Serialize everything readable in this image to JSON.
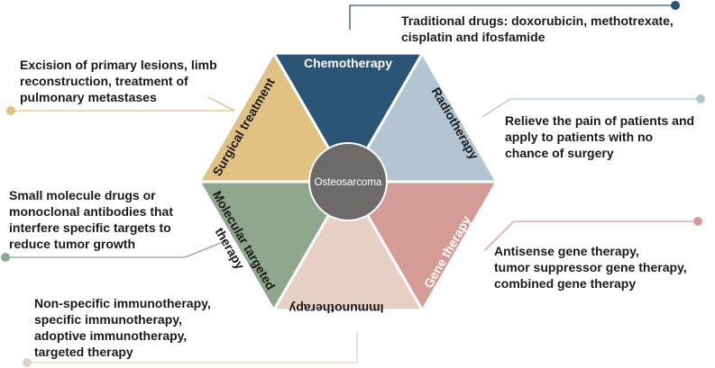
{
  "center": {
    "label": "Osteosarcoma",
    "color": "#6e6a6a"
  },
  "segments": [
    {
      "id": "chemotherapy",
      "label": "Chemotherapy",
      "color": "#2a5577",
      "text_color": "#ffffff",
      "description": [
        "Traditional drugs: doxorubicin, methotrexate,",
        "cisplatin and ifosfamide"
      ]
    },
    {
      "id": "radiotherapy",
      "label": "Radiotherapy",
      "color": "#b3c5d2",
      "text_color": "#1a1a1a",
      "description": [
        "Relieve the pain of patients and",
        "apply to patients with no",
        "chance of surgery"
      ]
    },
    {
      "id": "gene-therapy",
      "label": "Gene therapy",
      "color": "#d59b95",
      "text_color": "#ffffff",
      "description": [
        "Antisense gene therapy,",
        "tumor suppressor gene therapy,",
        "combined gene therapy"
      ]
    },
    {
      "id": "immunotherapy",
      "label": "Immunotherapy",
      "color": "#e7cfc3",
      "text_color": "#1a1a1a",
      "description": [
        "Non-specific immunotherapy,",
        "specific immunotherapy,",
        "adoptive immunotherapy,",
        "targeted therapy"
      ]
    },
    {
      "id": "molecular-targeted-therapy",
      "label": [
        "Molecular targeted",
        "therapy"
      ],
      "color": "#8ea78d",
      "text_color": "#1a1a1a",
      "description": [
        "Small molecule drugs or",
        "monoclonal antibodies that",
        "interfere specific targets to",
        "reduce tumor growth"
      ]
    },
    {
      "id": "surgical-treatment",
      "label": "Surgical treatment",
      "color": "#e1c283",
      "text_color": "#1a1a1a",
      "description": [
        "Excision of primary lesions, limb",
        "reconstruction, treatment of",
        "pulmonary metastases"
      ]
    }
  ]
}
